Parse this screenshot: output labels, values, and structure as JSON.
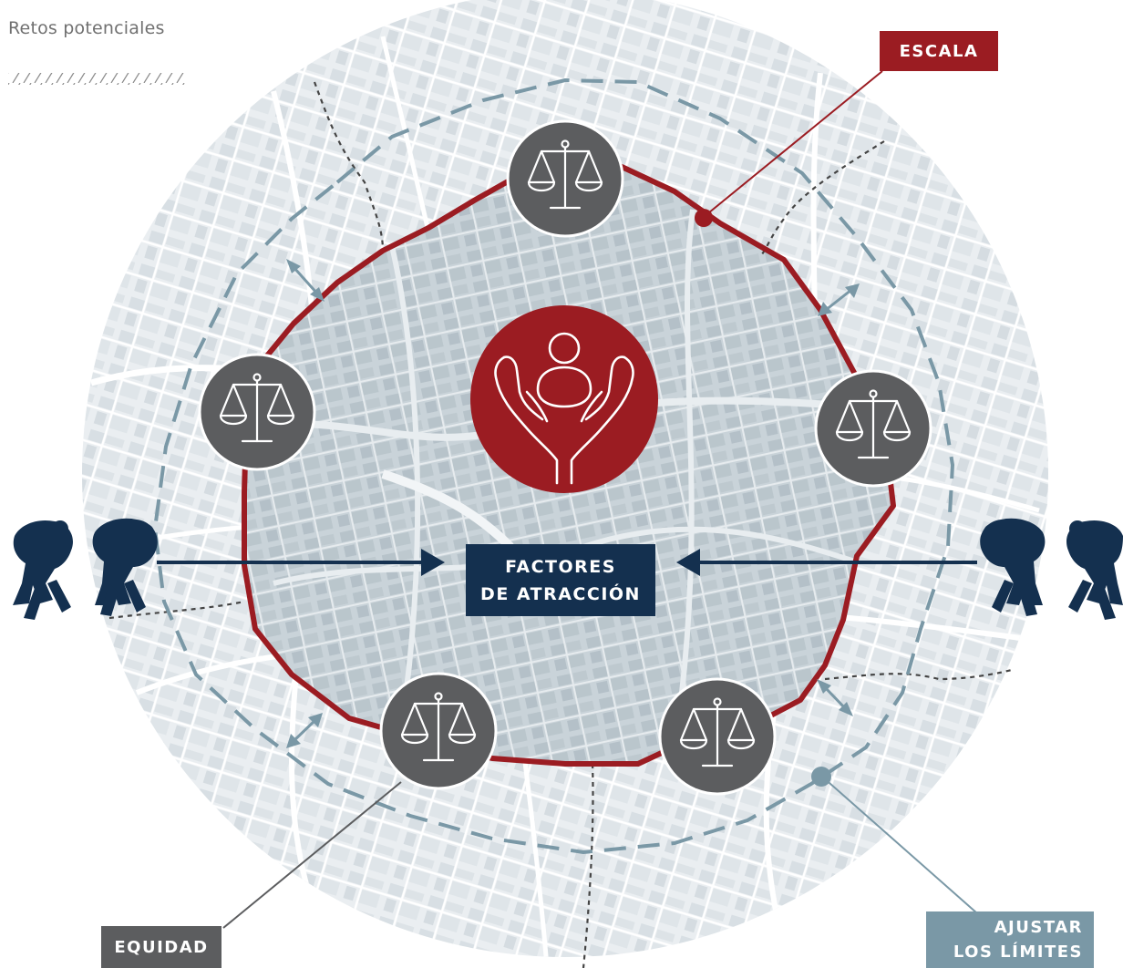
{
  "header": {
    "title": "Retos potenciales"
  },
  "labels": {
    "escala": "ESCALA",
    "equidad": "EQUIDAD",
    "ajustar_line1": "AJUSTAR",
    "ajustar_line2": "LOS LÍMITES",
    "factores_line1": "FACTORES",
    "factores_line2": "DE ATRACCIÓN"
  },
  "icons": {
    "center": "hands-holding-person-icon",
    "balance": "balance-scale-icon",
    "migrants": "person-carrying-sack-icon",
    "resize": "double-arrow-icon"
  },
  "colors": {
    "red": "#9b1c22",
    "dark_gray": "#5c5d5f",
    "navy": "#14304f",
    "slate_blue": "#7a98a6",
    "map_light": "#e8ecef",
    "map_zone": "#ccd6dc"
  }
}
